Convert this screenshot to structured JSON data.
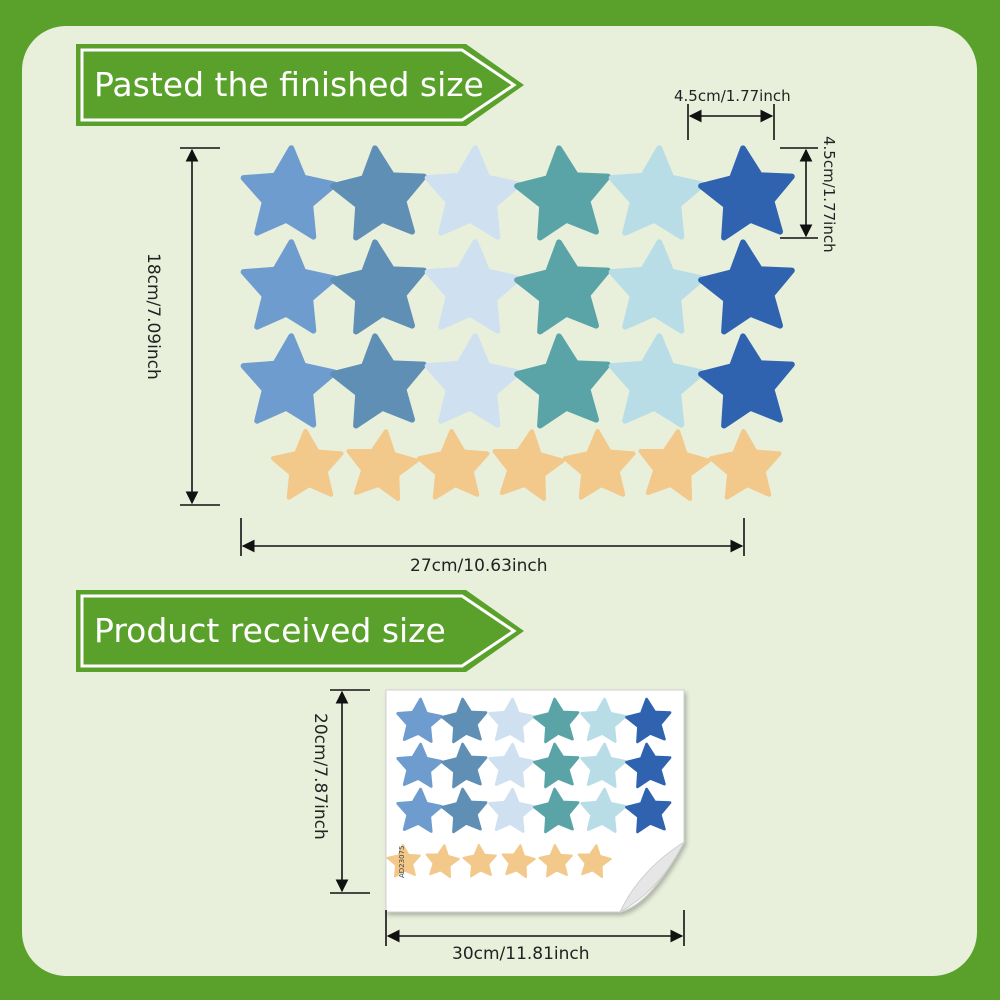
{
  "banners": {
    "finished": "Pasted the finished size",
    "received": "Product received size"
  },
  "dimensions": {
    "star_width": "4.5cm/1.77inch",
    "star_height": "4.5cm/1.77inch",
    "finished_height": "18cm/7.09inch",
    "finished_width": "27cm/10.63inch",
    "sheet_height": "20cm/7.87inch",
    "sheet_width": "30cm/11.81inch"
  },
  "sheet": {
    "code": "AD23075"
  },
  "colors": {
    "background": "#5aa12b",
    "panel": "#e8f0dc",
    "banner": "#5aa12b",
    "star_palette": [
      "#6f9ccf",
      "#5f8fb4",
      "#cfe0f0",
      "#5aa4a8",
      "#b8dde6",
      "#2f63b0",
      "#f2c98a"
    ]
  },
  "stars": {
    "rows_blue": 3,
    "columns_blue": 6,
    "small_yellow_count": 7
  }
}
